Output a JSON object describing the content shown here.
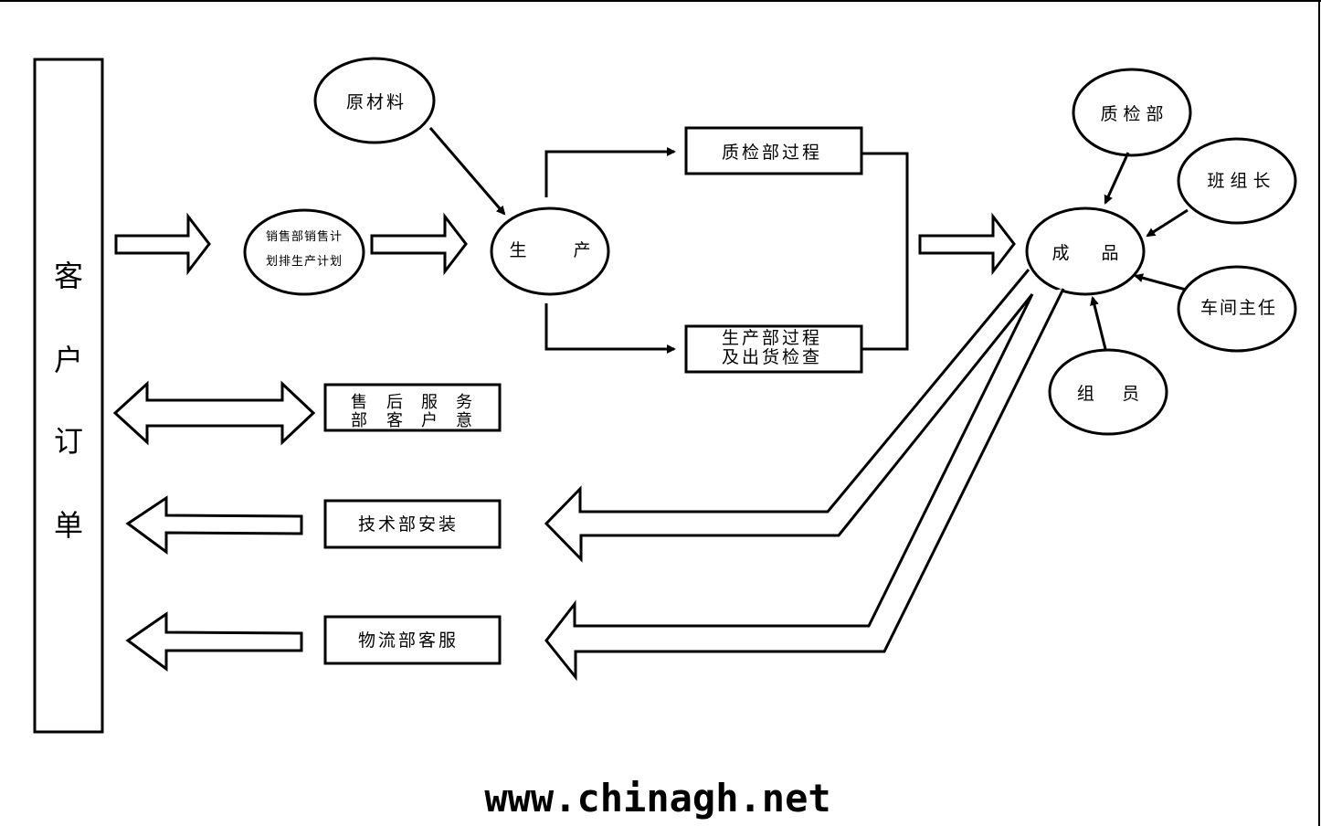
{
  "diagram": {
    "customer_order": {
      "label": "客户订单",
      "chars": [
        "客",
        "户",
        "订",
        "单"
      ]
    },
    "sales_plan": {
      "line1": "销售部销售计",
      "line2": "划排生产计划"
    },
    "raw_material": "原材料",
    "production": {
      "char1": "生",
      "char2": "产"
    },
    "qc_process": "质检部过程",
    "production_process": {
      "line1": "生产部过程",
      "line2": "及出货检查"
    },
    "finished_product": {
      "char1": "成",
      "char2": "品"
    },
    "inspectors": [
      {
        "id": "qc-dept",
        "label": "质 检 部"
      },
      {
        "id": "team-leader",
        "label": "班 组 长"
      },
      {
        "id": "workshop-director",
        "label": "车间主任"
      },
      {
        "id": "team-member",
        "label": "组     员"
      }
    ],
    "after_sales": {
      "line1": [
        "售",
        "后",
        "服",
        "务"
      ],
      "line2": [
        "部",
        "客",
        "户",
        "意"
      ]
    },
    "tech_install": "技术部安装",
    "logistics": "物流部客服"
  },
  "watermark": "www.chinagh.net",
  "colors": {
    "stroke": "#000000",
    "background": "#ffffff"
  }
}
